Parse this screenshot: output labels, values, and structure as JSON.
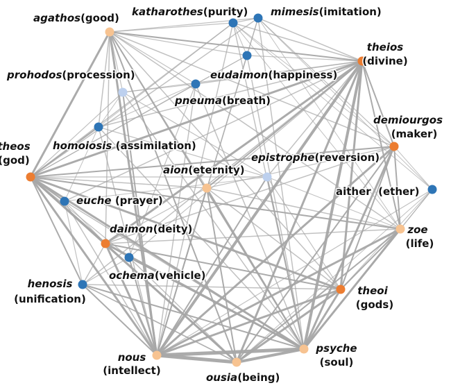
{
  "colors": {
    "edge": "#a6a6a6",
    "dark_orange": "#ec7d31",
    "light_orange": "#f7c391",
    "dark_blue": "#2e75b6",
    "light_blue": "#bdd0ee"
  },
  "nodes": [
    {
      "id": "agathos",
      "term": "agathos",
      "gloss": "(good)",
      "color": "light_orange"
    },
    {
      "id": "katharothes",
      "term": "katharothes",
      "gloss": "(purity)",
      "color": "dark_blue"
    },
    {
      "id": "mimesis",
      "term": "mimesis",
      "gloss": "(imitation)",
      "color": "dark_blue"
    },
    {
      "id": "prohodos",
      "term": "prohodos",
      "gloss": "(procession)",
      "color": "light_blue"
    },
    {
      "id": "eudaimon",
      "term": "eudaimon",
      "gloss": "(happiness)",
      "color": "dark_blue"
    },
    {
      "id": "theios",
      "term": "theios",
      "gloss": "(divine)",
      "color": "dark_orange"
    },
    {
      "id": "pneuma",
      "term": "pneuma",
      "gloss": "(breath)",
      "color": "dark_blue"
    },
    {
      "id": "demiourgos",
      "term": "demiourgos",
      "gloss": "(maker)",
      "color": "dark_orange"
    },
    {
      "id": "theos",
      "term": "theos",
      "gloss": "(god)",
      "color": "dark_orange"
    },
    {
      "id": "homoiosis",
      "term": "homoiosis",
      "gloss": " (assimilation)",
      "color": "dark_blue"
    },
    {
      "id": "epistrophe",
      "term": "epistrophe",
      "gloss": "(reversion)",
      "color": "light_blue"
    },
    {
      "id": "aion",
      "term": "aion",
      "gloss": "(eternity)",
      "color": "light_orange"
    },
    {
      "id": "aither",
      "term": "",
      "gloss": "aither  (ether)",
      "color": "dark_blue"
    },
    {
      "id": "euche",
      "term": "euche",
      "gloss": " (prayer)",
      "color": "dark_blue"
    },
    {
      "id": "zoe",
      "term": "zoe",
      "gloss": "(life)",
      "color": "light_orange"
    },
    {
      "id": "daimon",
      "term": "daimon",
      "gloss": "(deity)",
      "color": "dark_orange"
    },
    {
      "id": "ochema",
      "term": "ochema",
      "gloss": "(vehicle)",
      "color": "dark_blue"
    },
    {
      "id": "henosis",
      "term": "henosis",
      "gloss": "(unification)",
      "color": "dark_blue"
    },
    {
      "id": "theoi",
      "term": "theoi",
      "gloss": "(gods)",
      "color": "dark_orange"
    },
    {
      "id": "nous",
      "term": "nous",
      "gloss": "(intellect)",
      "color": "light_orange"
    },
    {
      "id": "psyche",
      "term": "psyche",
      "gloss": "(soul)",
      "color": "light_orange"
    },
    {
      "id": "ousia",
      "term": "ousia",
      "gloss": "(being)",
      "color": "light_orange"
    }
  ],
  "edges": [
    [
      "theios",
      "nous",
      4
    ],
    [
      "theios",
      "psyche",
      4
    ],
    [
      "theios",
      "ousia",
      3
    ],
    [
      "theios",
      "theos",
      3
    ],
    [
      "theios",
      "theoi",
      3
    ],
    [
      "theios",
      "daimon",
      3
    ],
    [
      "theios",
      "zoe",
      2
    ],
    [
      "theios",
      "demiourgos",
      2
    ],
    [
      "theios",
      "agathos",
      2
    ],
    [
      "theios",
      "henosis",
      1.5
    ],
    [
      "theios",
      "aion",
      2
    ],
    [
      "theios",
      "katharothes",
      1.5
    ],
    [
      "theios",
      "mimesis",
      1.5
    ],
    [
      "theios",
      "homoiosis",
      1.5
    ],
    [
      "theios",
      "pneuma",
      1.5
    ],
    [
      "theios",
      "euche",
      1.5
    ],
    [
      "theios",
      "epistrophe",
      1.5
    ],
    [
      "theios",
      "prohodos",
      1.2
    ],
    [
      "theios",
      "eudaimon",
      1.2
    ],
    [
      "theios",
      "ochema",
      1.2
    ],
    [
      "theos",
      "nous",
      3
    ],
    [
      "theos",
      "psyche",
      3
    ],
    [
      "theos",
      "ousia",
      3
    ],
    [
      "theos",
      "theoi",
      3
    ],
    [
      "theos",
      "daimon",
      3
    ],
    [
      "theos",
      "agathos",
      3
    ],
    [
      "theos",
      "demiourgos",
      2
    ],
    [
      "theos",
      "zoe",
      2
    ],
    [
      "theos",
      "homoiosis",
      2
    ],
    [
      "theos",
      "euche",
      2
    ],
    [
      "theos",
      "katharothes",
      1.5
    ],
    [
      "theos",
      "mimesis",
      1.5
    ],
    [
      "theos",
      "henosis",
      2
    ],
    [
      "theos",
      "aion",
      1.5
    ],
    [
      "theos",
      "prohodos",
      1.2
    ],
    [
      "theos",
      "pneuma",
      1.2
    ],
    [
      "theos",
      "epistrophe",
      1.2
    ],
    [
      "theos",
      "ochema",
      1.2
    ],
    [
      "theos",
      "eudaimon",
      1.2
    ],
    [
      "nous",
      "psyche",
      5
    ],
    [
      "nous",
      "ousia",
      5
    ],
    [
      "psyche",
      "ousia",
      4
    ],
    [
      "nous",
      "theoi",
      3
    ],
    [
      "psyche",
      "theoi",
      3
    ],
    [
      "ousia",
      "theoi",
      3
    ],
    [
      "nous",
      "zoe",
      3
    ],
    [
      "psyche",
      "zoe",
      3
    ],
    [
      "ousia",
      "zoe",
      2
    ],
    [
      "nous",
      "daimon",
      3
    ],
    [
      "psyche",
      "daimon",
      3
    ],
    [
      "ousia",
      "daimon",
      2
    ],
    [
      "nous",
      "demiourgos",
      3
    ],
    [
      "psyche",
      "demiourgos",
      3
    ],
    [
      "ousia",
      "demiourgos",
      2
    ],
    [
      "nous",
      "agathos",
      3
    ],
    [
      "psyche",
      "agathos",
      2
    ],
    [
      "ousia",
      "agathos",
      2
    ],
    [
      "nous",
      "aion",
      2
    ],
    [
      "psyche",
      "aion",
      2
    ],
    [
      "ousia",
      "aion",
      2
    ],
    [
      "nous",
      "henosis",
      2
    ],
    [
      "psyche",
      "henosis",
      2
    ],
    [
      "ousia",
      "henosis",
      1.5
    ],
    [
      "nous",
      "ochema",
      2
    ],
    [
      "psyche",
      "ochema",
      2
    ],
    [
      "nous",
      "epistrophe",
      2
    ],
    [
      "psyche",
      "epistrophe",
      2
    ],
    [
      "nous",
      "prohodos",
      2
    ],
    [
      "psyche",
      "prohodos",
      1.5
    ],
    [
      "nous",
      "homoiosis",
      1.5
    ],
    [
      "psyche",
      "homoiosis",
      1.5
    ],
    [
      "nous",
      "katharothes",
      1.5
    ],
    [
      "psyche",
      "katharothes",
      1.5
    ],
    [
      "nous",
      "mimesis",
      1.5
    ],
    [
      "psyche",
      "mimesis",
      1.5
    ],
    [
      "nous",
      "pneuma",
      1.5
    ],
    [
      "psyche",
      "pneuma",
      1.5
    ],
    [
      "nous",
      "euche",
      1.5
    ],
    [
      "psyche",
      "euche",
      1.5
    ],
    [
      "nous",
      "eudaimon",
      1.5
    ],
    [
      "psyche",
      "eudaimon",
      1.5
    ],
    [
      "nous",
      "aither",
      1.2
    ],
    [
      "psyche",
      "aither",
      1.2
    ],
    [
      "theoi",
      "daimon",
      2
    ],
    [
      "theoi",
      "demiourgos",
      2
    ],
    [
      "theoi",
      "zoe",
      2
    ],
    [
      "theoi",
      "agathos",
      1.5
    ],
    [
      "theoi",
      "aion",
      1.5
    ],
    [
      "daimon",
      "agathos",
      1.5
    ],
    [
      "daimon",
      "zoe",
      1.5
    ],
    [
      "daimon",
      "demiourgos",
      1.5
    ],
    [
      "daimon",
      "ochema",
      1.5
    ],
    [
      "daimon",
      "henosis",
      1.5
    ],
    [
      "agathos",
      "katharothes",
      1.2
    ],
    [
      "agathos",
      "mimesis",
      1.2
    ],
    [
      "agathos",
      "prohodos",
      1.2
    ],
    [
      "agathos",
      "homoiosis",
      1.5
    ],
    [
      "agathos",
      "zoe",
      1.5
    ],
    [
      "agathos",
      "demiourgos",
      1.5
    ],
    [
      "agathos",
      "aion",
      1.2
    ],
    [
      "agathos",
      "eudaimon",
      1.2
    ],
    [
      "agathos",
      "pneuma",
      1.2
    ],
    [
      "katharothes",
      "mimesis",
      1.2
    ],
    [
      "katharothes",
      "demiourgos",
      1
    ],
    [
      "mimesis",
      "demiourgos",
      1.2
    ],
    [
      "mimesis",
      "zoe",
      1
    ],
    [
      "katharothes",
      "zoe",
      1
    ],
    [
      "mimesis",
      "aither",
      1
    ],
    [
      "katharothes",
      "aither",
      1
    ],
    [
      "demiourgos",
      "zoe",
      2
    ],
    [
      "demiourgos",
      "aither",
      1
    ],
    [
      "zoe",
      "aither",
      1
    ],
    [
      "aither",
      "theoi",
      1
    ],
    [
      "aither",
      "ousia",
      1
    ],
    [
      "epistrophe",
      "prohodos",
      1.2
    ],
    [
      "epistrophe",
      "homoiosis",
      1.2
    ],
    [
      "epistrophe",
      "euche",
      1
    ],
    [
      "euche",
      "henosis",
      1.2
    ],
    [
      "euche",
      "homoiosis",
      1
    ],
    [
      "homoiosis",
      "prohodos",
      1
    ],
    [
      "pneuma",
      "ochema",
      1.2
    ],
    [
      "pneuma",
      "eudaimon",
      1
    ],
    [
      "henosis",
      "ochema",
      1.2
    ],
    [
      "aion",
      "zoe",
      1.5
    ],
    [
      "aion",
      "demiourgos",
      1.2
    ],
    [
      "aion",
      "daimon",
      1.2
    ],
    [
      "henosis",
      "ousia",
      1.5
    ],
    [
      "prohodos",
      "pneuma",
      1
    ],
    [
      "eudaimon",
      "katharothes",
      1
    ],
    [
      "eudaimon",
      "mimesis",
      1
    ],
    [
      "homoiosis",
      "pneuma",
      1
    ],
    [
      "theoi",
      "henosis",
      1.5
    ],
    [
      "euche",
      "daimon",
      1.2
    ],
    [
      "ochema",
      "ousia",
      1.5
    ],
    [
      "epistrophe",
      "zoe",
      1
    ],
    [
      "epistrophe",
      "theoi",
      1.2
    ],
    [
      "katharothes",
      "homoiosis",
      1
    ]
  ]
}
